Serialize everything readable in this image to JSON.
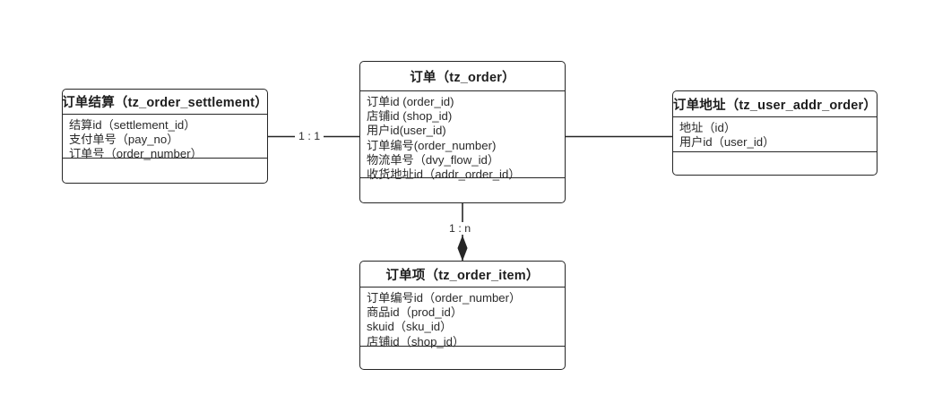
{
  "diagram": {
    "type": "er-diagram",
    "title": "",
    "colors": {
      "border": "#262626",
      "text": "#2a2a2a",
      "background": "#ffffff"
    },
    "entities": [
      {
        "id": "tz_order_settlement",
        "header": "订单结算（tz_order_settlement）",
        "header_cn": "订单结算",
        "header_table": "tz_order_settlement",
        "attributes": [
          "结算id（settlement_id）",
          "支付单号（pay_no）",
          "订单号（order_number）"
        ]
      },
      {
        "id": "tz_order",
        "header": "订单（tz_order）",
        "header_cn": "订单",
        "header_table": "tz_order",
        "attributes": [
          "订单id (order_id)",
          "店铺id (shop_id)",
          "用户id(user_id)",
          "订单编号(order_number)",
          "物流单号（dvy_flow_id）",
          "收货地址id（addr_order_id）"
        ]
      },
      {
        "id": "tz_user_addr_order",
        "header": "订单地址（tz_user_addr_order）",
        "header_cn": "订单地址",
        "header_table": "tz_user_addr_order",
        "attributes": [
          "地址（id）",
          "用户id（user_id）"
        ]
      },
      {
        "id": "tz_order_item",
        "header": "订单项（tz_order_item）",
        "header_cn": "订单项",
        "header_table": "tz_order_item",
        "attributes": [
          "订单编号id（order_number）",
          "商品id（prod_id）",
          "skuid（sku_id）",
          "店铺id（shop_id）"
        ]
      }
    ],
    "relationships": [
      {
        "id": "settlement-order",
        "from": "tz_order_settlement",
        "to": "tz_order",
        "label": "1 : 1",
        "marker": "none"
      },
      {
        "id": "order-addr",
        "from": "tz_order",
        "to": "tz_user_addr_order",
        "label": "",
        "marker": "none"
      },
      {
        "id": "order-item",
        "from": "tz_order",
        "to": "tz_order_item",
        "label": "1 : n",
        "marker": "filled-diamond"
      }
    ]
  }
}
